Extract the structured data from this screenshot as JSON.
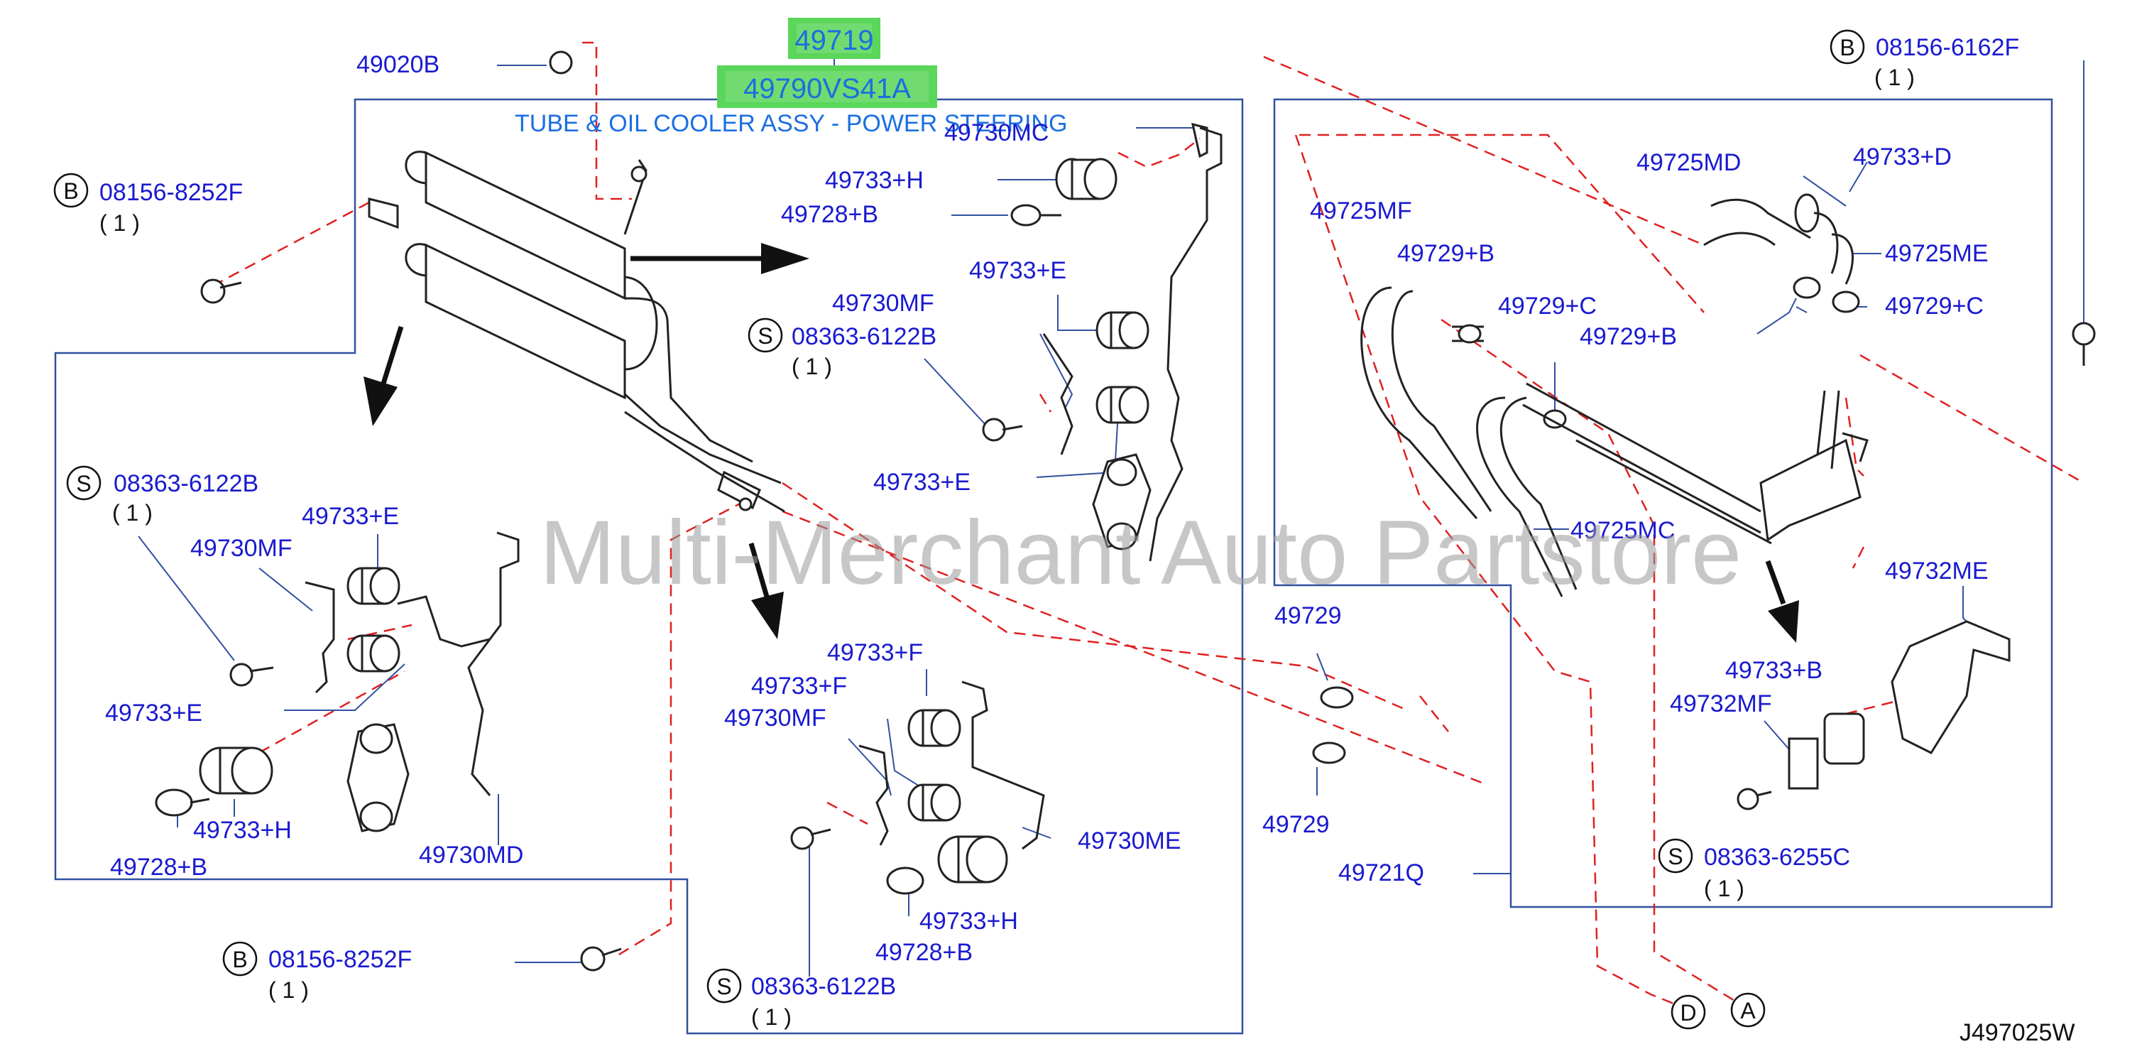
{
  "diagram": {
    "highlighted": {
      "part_a": "49719",
      "part_b": "49790VS41A",
      "title": "TUBE & OIL COOLER ASSY - POWER STEERING"
    },
    "watermark": "Multi-Merchant Auto Partstore",
    "drawing_id": "J497025W",
    "labels": {
      "l49020B": "49020B",
      "l49730MC": "49730MC",
      "l49733H_top": "49733+H",
      "l49728B_top": "49728+B",
      "l49733E_top": "49733+E",
      "l49730MF_top": "49730MF",
      "l08363_top": "08363-6122B",
      "l49733E_mid": "49733+E",
      "l08363_left": "08363-6122B",
      "l49733E_left": "49733+E",
      "l49730MF_left": "49730MF",
      "l49733E_left2": "49733+E",
      "l49733H_left": "49733+H",
      "l49728B_left": "49728+B",
      "l49730MD": "49730MD",
      "l49733F_a": "49733+F",
      "l49733F_b": "49733+F",
      "l49730MF_bottom": "49730MF",
      "l49730ME": "49730ME",
      "l49733H_bottom": "49733+H",
      "l49728B_bottom": "49728+B",
      "l08363_bottom": "08363-6122B",
      "l08156_tl": "08156-8252F",
      "l08156_bl": "08156-8252F",
      "l08156_tr": "08156-6162F",
      "l49725MD": "49725MD",
      "l49733D": "49733+D",
      "l49725MF": "49725MF",
      "l49729B_a": "49729+B",
      "l49729C_a": "49729+C",
      "l49725ME": "49725ME",
      "l49729C_b": "49729+C",
      "l49729B_b": "49729+B",
      "l49725MC": "49725MC",
      "l49729_a": "49729",
      "l49729_b": "49729",
      "l49732ME": "49732ME",
      "l49733B": "49733+B",
      "l49732MF": "49732MF",
      "l08363_6255": "08363-6255C",
      "l49721Q": "49721Q"
    },
    "quantities": {
      "q_tl": "( 1 )",
      "q_top": "( 1 )",
      "q_left": "( 1 )",
      "q_bottom": "( 1 )",
      "q_bl": "( 1 )",
      "q_tr": "( 1 )",
      "q_6255": "( 1 )"
    },
    "callouts": {
      "B": "B",
      "S": "S",
      "D": "D",
      "A": "A"
    }
  }
}
